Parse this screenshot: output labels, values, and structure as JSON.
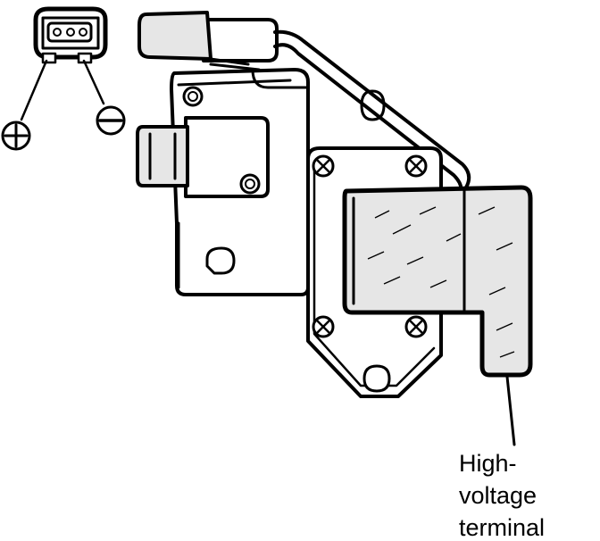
{
  "label": {
    "line1": "High-",
    "line2": "voltage",
    "line3": "terminal"
  },
  "symbols": {
    "positive": "plus-circle-icon",
    "negative": "minus-circle-icon"
  },
  "colors": {
    "ink": "#000000",
    "paper": "#ffffff",
    "shade": "#e6e6e6"
  }
}
